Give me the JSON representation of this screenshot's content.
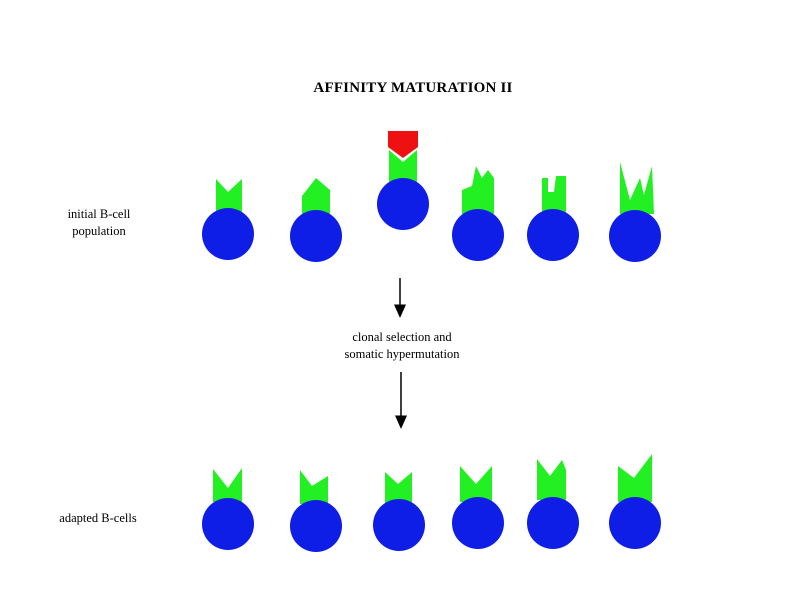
{
  "title": "AFFINITY MATURATION II",
  "labels": {
    "initial": "initial B-cell\npopulation",
    "process": "clonal selection and\nsomatic hypermutation",
    "adapted": "adapted B-cells"
  },
  "colors": {
    "cell": "#0f1ee6",
    "receptor": "#22f022",
    "antigen": "#ee1111",
    "arrow": "#000000"
  },
  "rows": {
    "initial_count": 6,
    "adapted_count": 6
  }
}
